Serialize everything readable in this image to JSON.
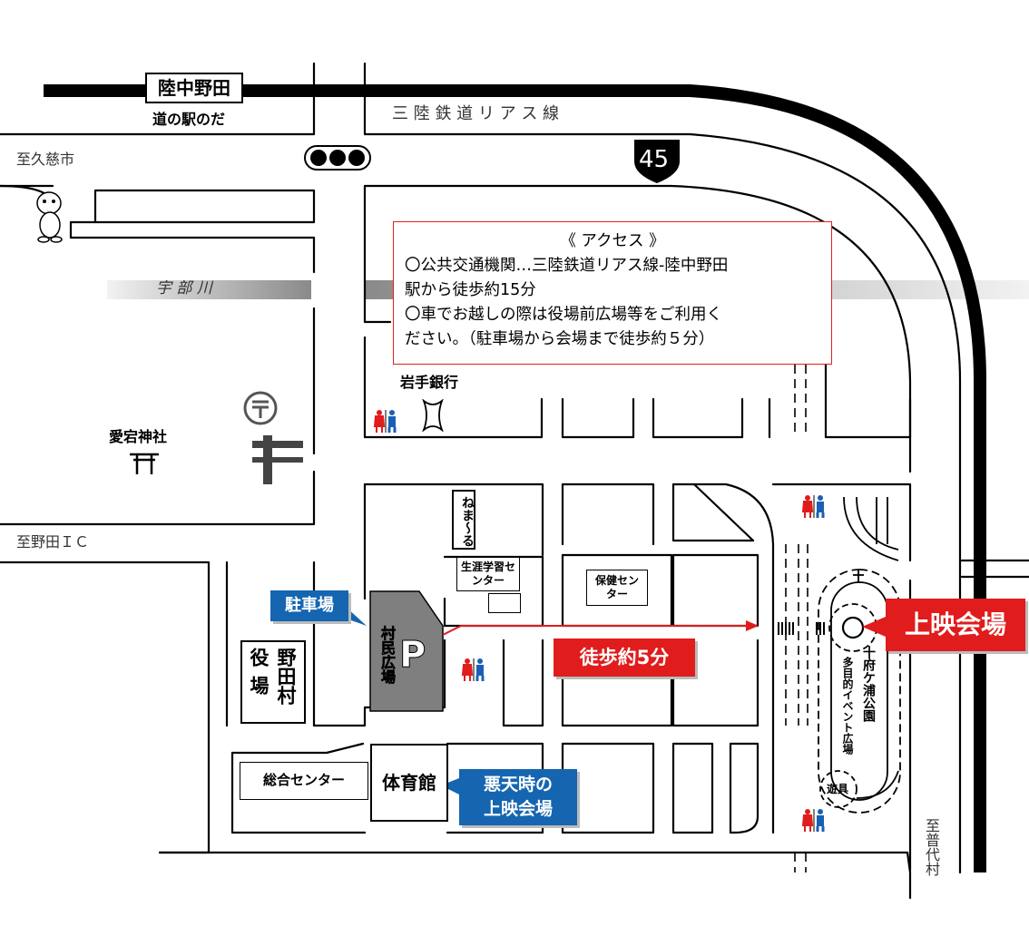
{
  "station": {
    "name": "陸中野田",
    "roadside_station": "道の駅のだ"
  },
  "railway": {
    "name": "三 陸 鉄 道 リ ア ス 線"
  },
  "route": {
    "number": "45"
  },
  "directions": {
    "kuji": "至久慈市",
    "noda_ic": "至野田ＩＣ",
    "fudai": "至普代村"
  },
  "river": {
    "name": "宇 部 川"
  },
  "access": {
    "title": "《 アクセス 》",
    "line1": "〇公共交通機関…三陸鉄道リアス線-陸中野田",
    "line2": "駅から徒歩約15分",
    "line3": "〇車でお越しの際は役場前広場等をご利用く",
    "line4": "ださい。（駐車場から会場まで徒歩約５分）"
  },
  "landmarks": {
    "bank": "岩手銀行",
    "shrine": "愛宕神社",
    "nemaru": "ねま〜る",
    "lifelong_center": "生涯学習センター",
    "health_center": "保健センター",
    "plaza": "村民広場",
    "parking_symbol": "P",
    "village_office_name": "野田村",
    "village_office_suffix": "役場",
    "general_center": "総合センター",
    "gym": "体育館",
    "park": "十府ケ浦公園",
    "event_plaza": "多目的イベント広場",
    "playground": "遊具"
  },
  "callouts": {
    "parking": "駐車場",
    "venue": "上映会場",
    "walk": "徒歩約5分",
    "rain_venue_line1": "悪天時の",
    "rain_venue_line2": "上映会場"
  },
  "colors": {
    "blue_label": "#1565b0",
    "red_label": "#e01c1c",
    "parking_fill": "#7f7f7f",
    "toilet_male": "#1a5fb4",
    "toilet_female": "#e01c1c"
  },
  "icons": [
    "traffic-signal-icon",
    "route-shield-icon",
    "mascot-icon",
    "post-office-icon",
    "torii-icon",
    "bank-logo-icon",
    "toilet-icon"
  ]
}
